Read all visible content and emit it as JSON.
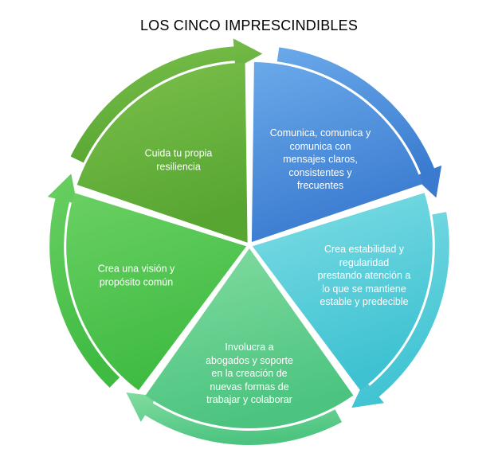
{
  "title": "LOS CINCO IMPRESCINDIBLES",
  "segments": [
    {
      "id": "communicate",
      "lines": [
        "Comunica, comunica y",
        "comunica con",
        "mensajes claros,",
        "consistentes y",
        "frecuentes"
      ],
      "color_light": "#6aa9e9",
      "color_dark": "#3a7bd0"
    },
    {
      "id": "stability",
      "lines": [
        "Crea estabilidad y",
        "regularidad",
        "prestando atención a",
        "lo que se mantiene",
        "estable y predecible"
      ],
      "color_light": "#7fdde4",
      "color_dark": "#3ec2d2"
    },
    {
      "id": "involve",
      "lines": [
        "Involucra a",
        "abogados y soporte",
        "en la creación de",
        "nuevas formas de",
        "trabajar y colaborar"
      ],
      "color_light": "#82dca0",
      "color_dark": "#4cc480"
    },
    {
      "id": "vision",
      "lines": [
        "Crea una visión y",
        "propósito común"
      ],
      "color_light": "#6ad063",
      "color_dark": "#3fbb42"
    },
    {
      "id": "resilience",
      "lines": [
        "Cuida tu propia",
        "resiliencia"
      ],
      "color_light": "#7cc04d",
      "color_dark": "#58a632"
    }
  ]
}
